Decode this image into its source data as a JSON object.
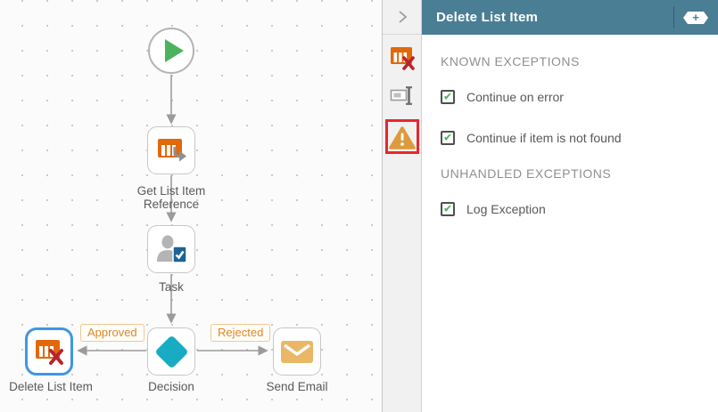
{
  "canvas": {
    "nodes": {
      "get_list_item_reference": {
        "label": "Get List Item Reference"
      },
      "task": {
        "label": "Task"
      },
      "decision": {
        "label": "Decision"
      },
      "delete_list_item": {
        "label": "Delete List Item",
        "selected": true
      },
      "send_email": {
        "label": "Send Email"
      }
    },
    "branch_labels": {
      "left": "Approved",
      "right": "Rejected"
    }
  },
  "rail": {
    "icons": [
      "collapse-chevron",
      "delete-list-item",
      "rename",
      "exceptions-warning"
    ],
    "warning_annotated": true
  },
  "panel": {
    "title": "Delete List Item",
    "add_button_label": "+",
    "sections": [
      {
        "heading": "KNOWN EXCEPTIONS",
        "items": [
          {
            "label": "Continue on error",
            "checked": true
          },
          {
            "label": "Continue if item is not found",
            "checked": true
          }
        ]
      },
      {
        "heading": "UNHANDLED EXCEPTIONS",
        "items": [
          {
            "label": "Log Exception",
            "checked": true
          }
        ]
      }
    ]
  },
  "icons": {
    "check": "✔"
  },
  "colors": {
    "header_bg": "#4a7e95",
    "selection_blue": "#3d97e2",
    "node_orange": "#e2680a",
    "delete_red": "#b7242c",
    "check_green": "#3cb54a",
    "decision_teal": "#18acc4",
    "envelope_orange": "#e9b766",
    "warning_orange": "#dd9a3d",
    "annotation_red": "#e8272c",
    "branch_label_orange": "#df861f"
  }
}
